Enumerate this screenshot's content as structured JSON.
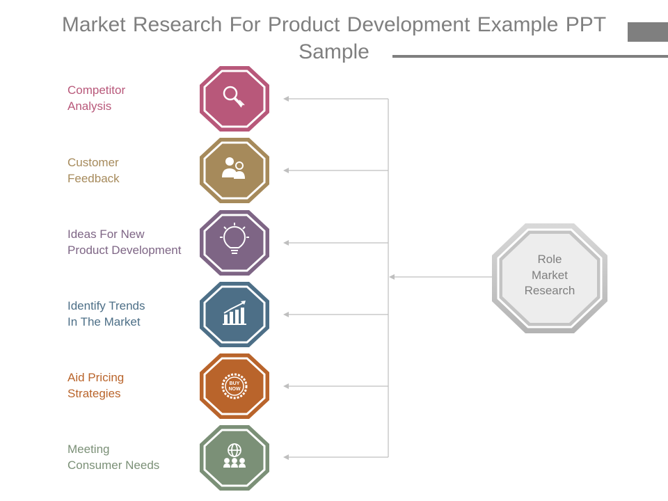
{
  "title": {
    "line1": "Market Research For Product Development Example  PPT",
    "line2": "Sample"
  },
  "center": {
    "lines": [
      "Role",
      "Market",
      "Research"
    ],
    "color": "#bfbfbf"
  },
  "items": [
    {
      "lines": [
        "Competitor",
        "Analysis"
      ],
      "color": "#b8587a",
      "icon": "magnifier-icon"
    },
    {
      "lines": [
        "Customer",
        "Feedback"
      ],
      "color": "#a68a5b",
      "icon": "users-icon"
    },
    {
      "lines": [
        "Ideas For New",
        "Product Development"
      ],
      "color": "#7e6585",
      "icon": "lightbulb-icon"
    },
    {
      "lines": [
        "Identify Trends",
        "In The Market"
      ],
      "color": "#4d6f87",
      "icon": "bar-chart-icon"
    },
    {
      "lines": [
        "Aid Pricing",
        "Strategies"
      ],
      "color": "#b9642b",
      "icon": "buy-now-badge-icon",
      "badge": [
        "BUY",
        "NOW"
      ]
    },
    {
      "lines": [
        "Meeting",
        "Consumer Needs"
      ],
      "color": "#7b9077",
      "icon": "globe-people-icon"
    }
  ]
}
